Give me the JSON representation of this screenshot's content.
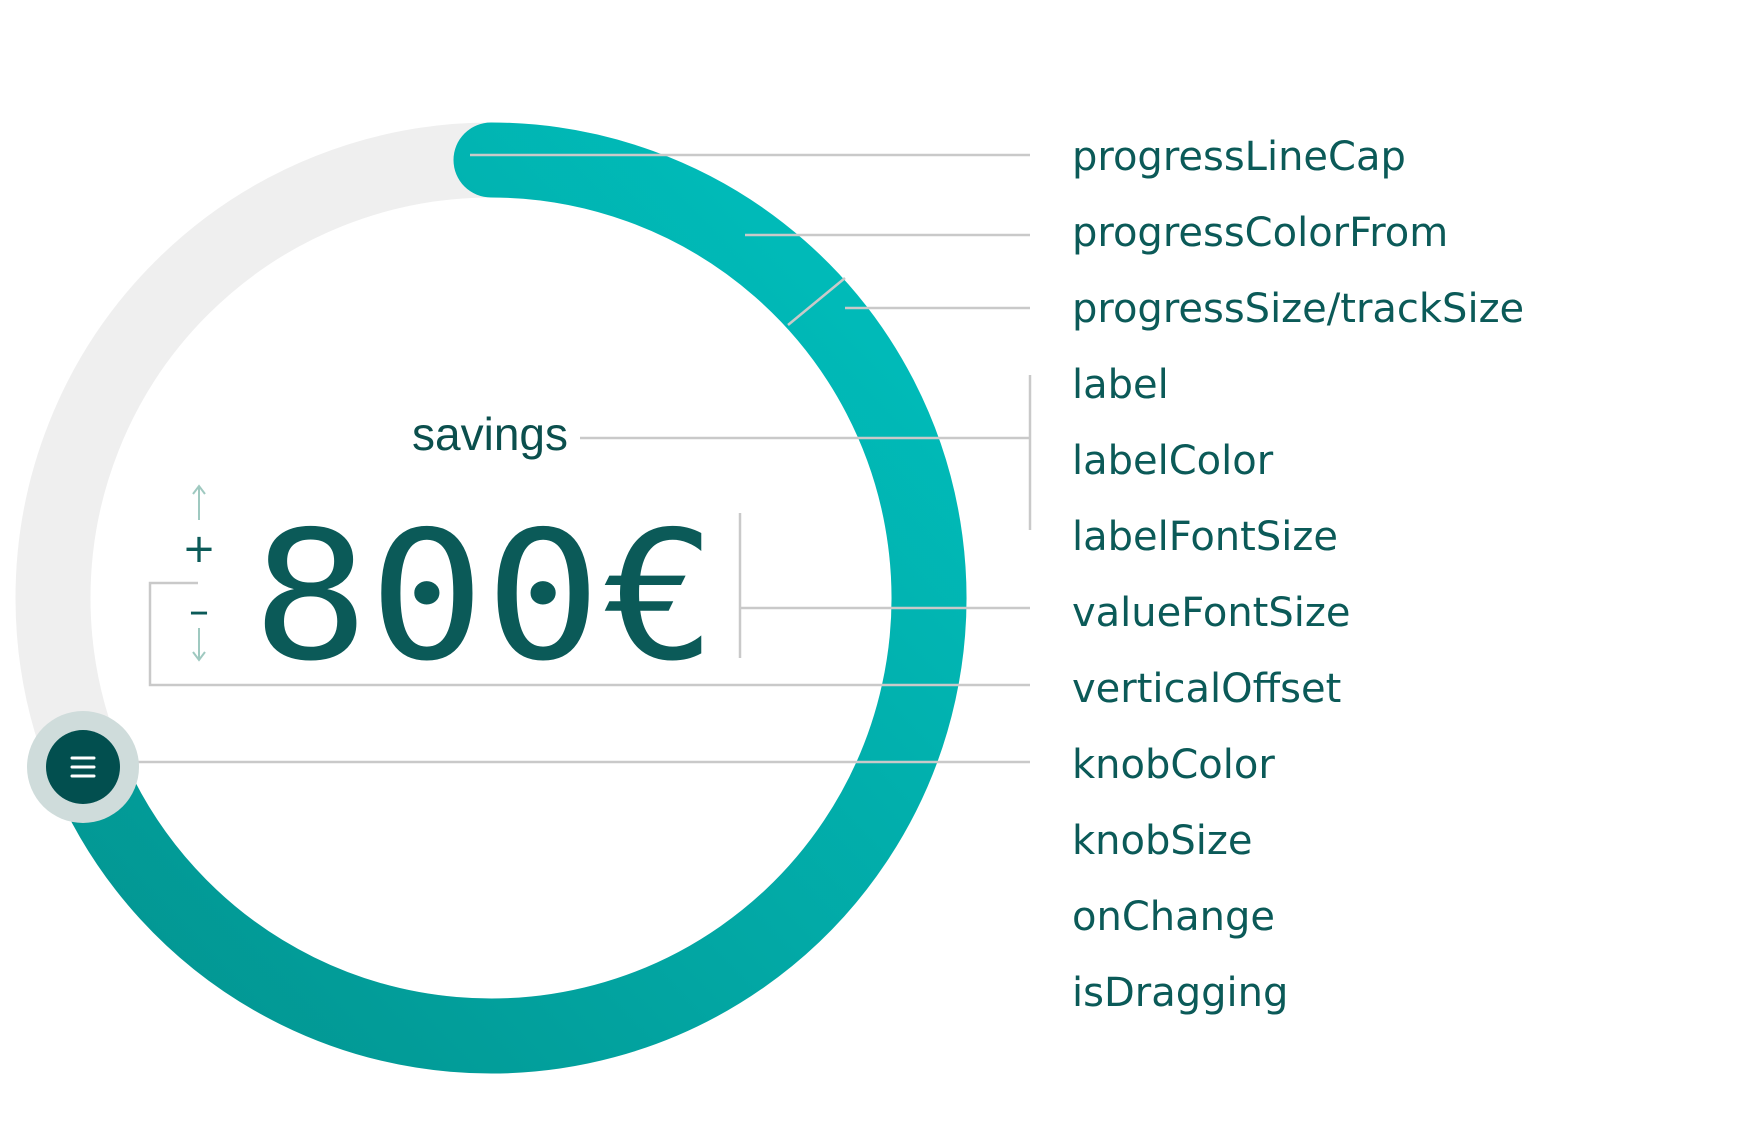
{
  "slider": {
    "label": "savings",
    "value": "800€",
    "stepper": {
      "increment": "+",
      "decrement": "–"
    },
    "knob_icon": "menu-lines-icon",
    "colors": {
      "track": "#efefef",
      "progress_from": "#039490",
      "progress_to": "#00c0be",
      "knob": "#024f4f",
      "knob_halo": "#cfdcdb",
      "label": "#0b4f4d",
      "value": "#0b5a58"
    }
  },
  "properties": [
    "progressLineCap",
    "progressColorFrom",
    "progressSize/trackSize",
    "label",
    "labelColor",
    "labelFontSize",
    "valueFontSize",
    "verticalOffset",
    "knobColor",
    "knobSize",
    "onChange",
    "isDragging"
  ]
}
